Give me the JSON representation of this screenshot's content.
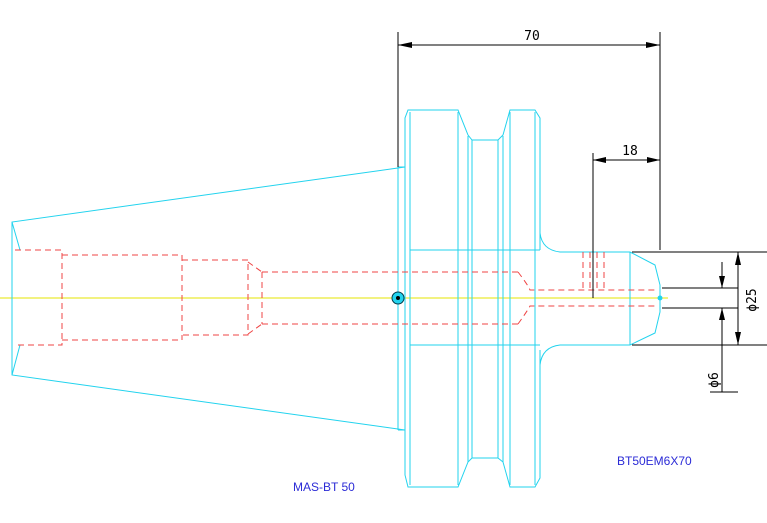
{
  "dimensions": {
    "overall_length": "70",
    "nose_length": "18",
    "outer_diameter": "ϕ25",
    "bore_diameter": "ϕ6"
  },
  "labels": {
    "taper_spec": "MAS-BT 50",
    "model_code": "BT50EM6X70"
  },
  "colors": {
    "outline": "#22d3ee",
    "hidden_lines": "#ef4444",
    "center_line": "#e6e600",
    "dimensions": "#000000",
    "labels": "#2b2bd6"
  }
}
